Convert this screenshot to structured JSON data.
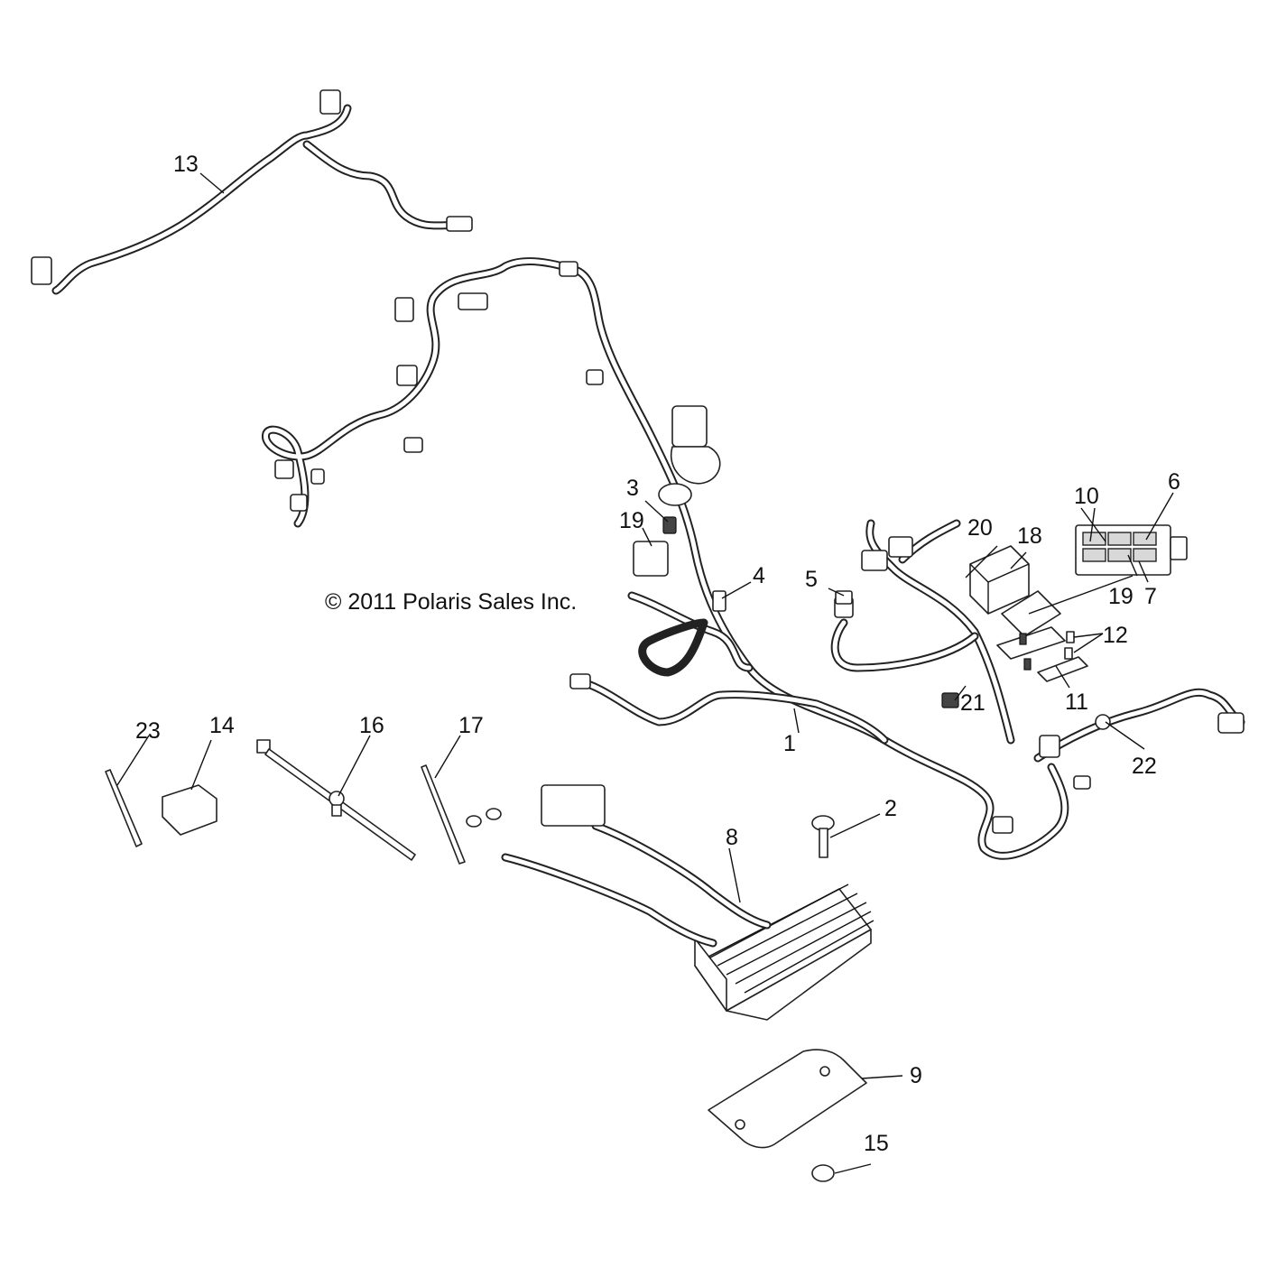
{
  "copyright": "© 2011 Polaris Sales Inc.",
  "callouts": [
    {
      "id": "1",
      "label": "1"
    },
    {
      "id": "2",
      "label": "2"
    },
    {
      "id": "3",
      "label": "3"
    },
    {
      "id": "4",
      "label": "4"
    },
    {
      "id": "5",
      "label": "5"
    },
    {
      "id": "6",
      "label": "6"
    },
    {
      "id": "7",
      "label": "7"
    },
    {
      "id": "8",
      "label": "8"
    },
    {
      "id": "9",
      "label": "9"
    },
    {
      "id": "10",
      "label": "10"
    },
    {
      "id": "11",
      "label": "11"
    },
    {
      "id": "12",
      "label": "12"
    },
    {
      "id": "13",
      "label": "13"
    },
    {
      "id": "14",
      "label": "14"
    },
    {
      "id": "15",
      "label": "15"
    },
    {
      "id": "16",
      "label": "16"
    },
    {
      "id": "17",
      "label": "17"
    },
    {
      "id": "18",
      "label": "18"
    },
    {
      "id": "19a",
      "label": "19"
    },
    {
      "id": "19b",
      "label": "19"
    },
    {
      "id": "20",
      "label": "20"
    },
    {
      "id": "21",
      "label": "21"
    },
    {
      "id": "22",
      "label": "22"
    },
    {
      "id": "23",
      "label": "23"
    }
  ]
}
